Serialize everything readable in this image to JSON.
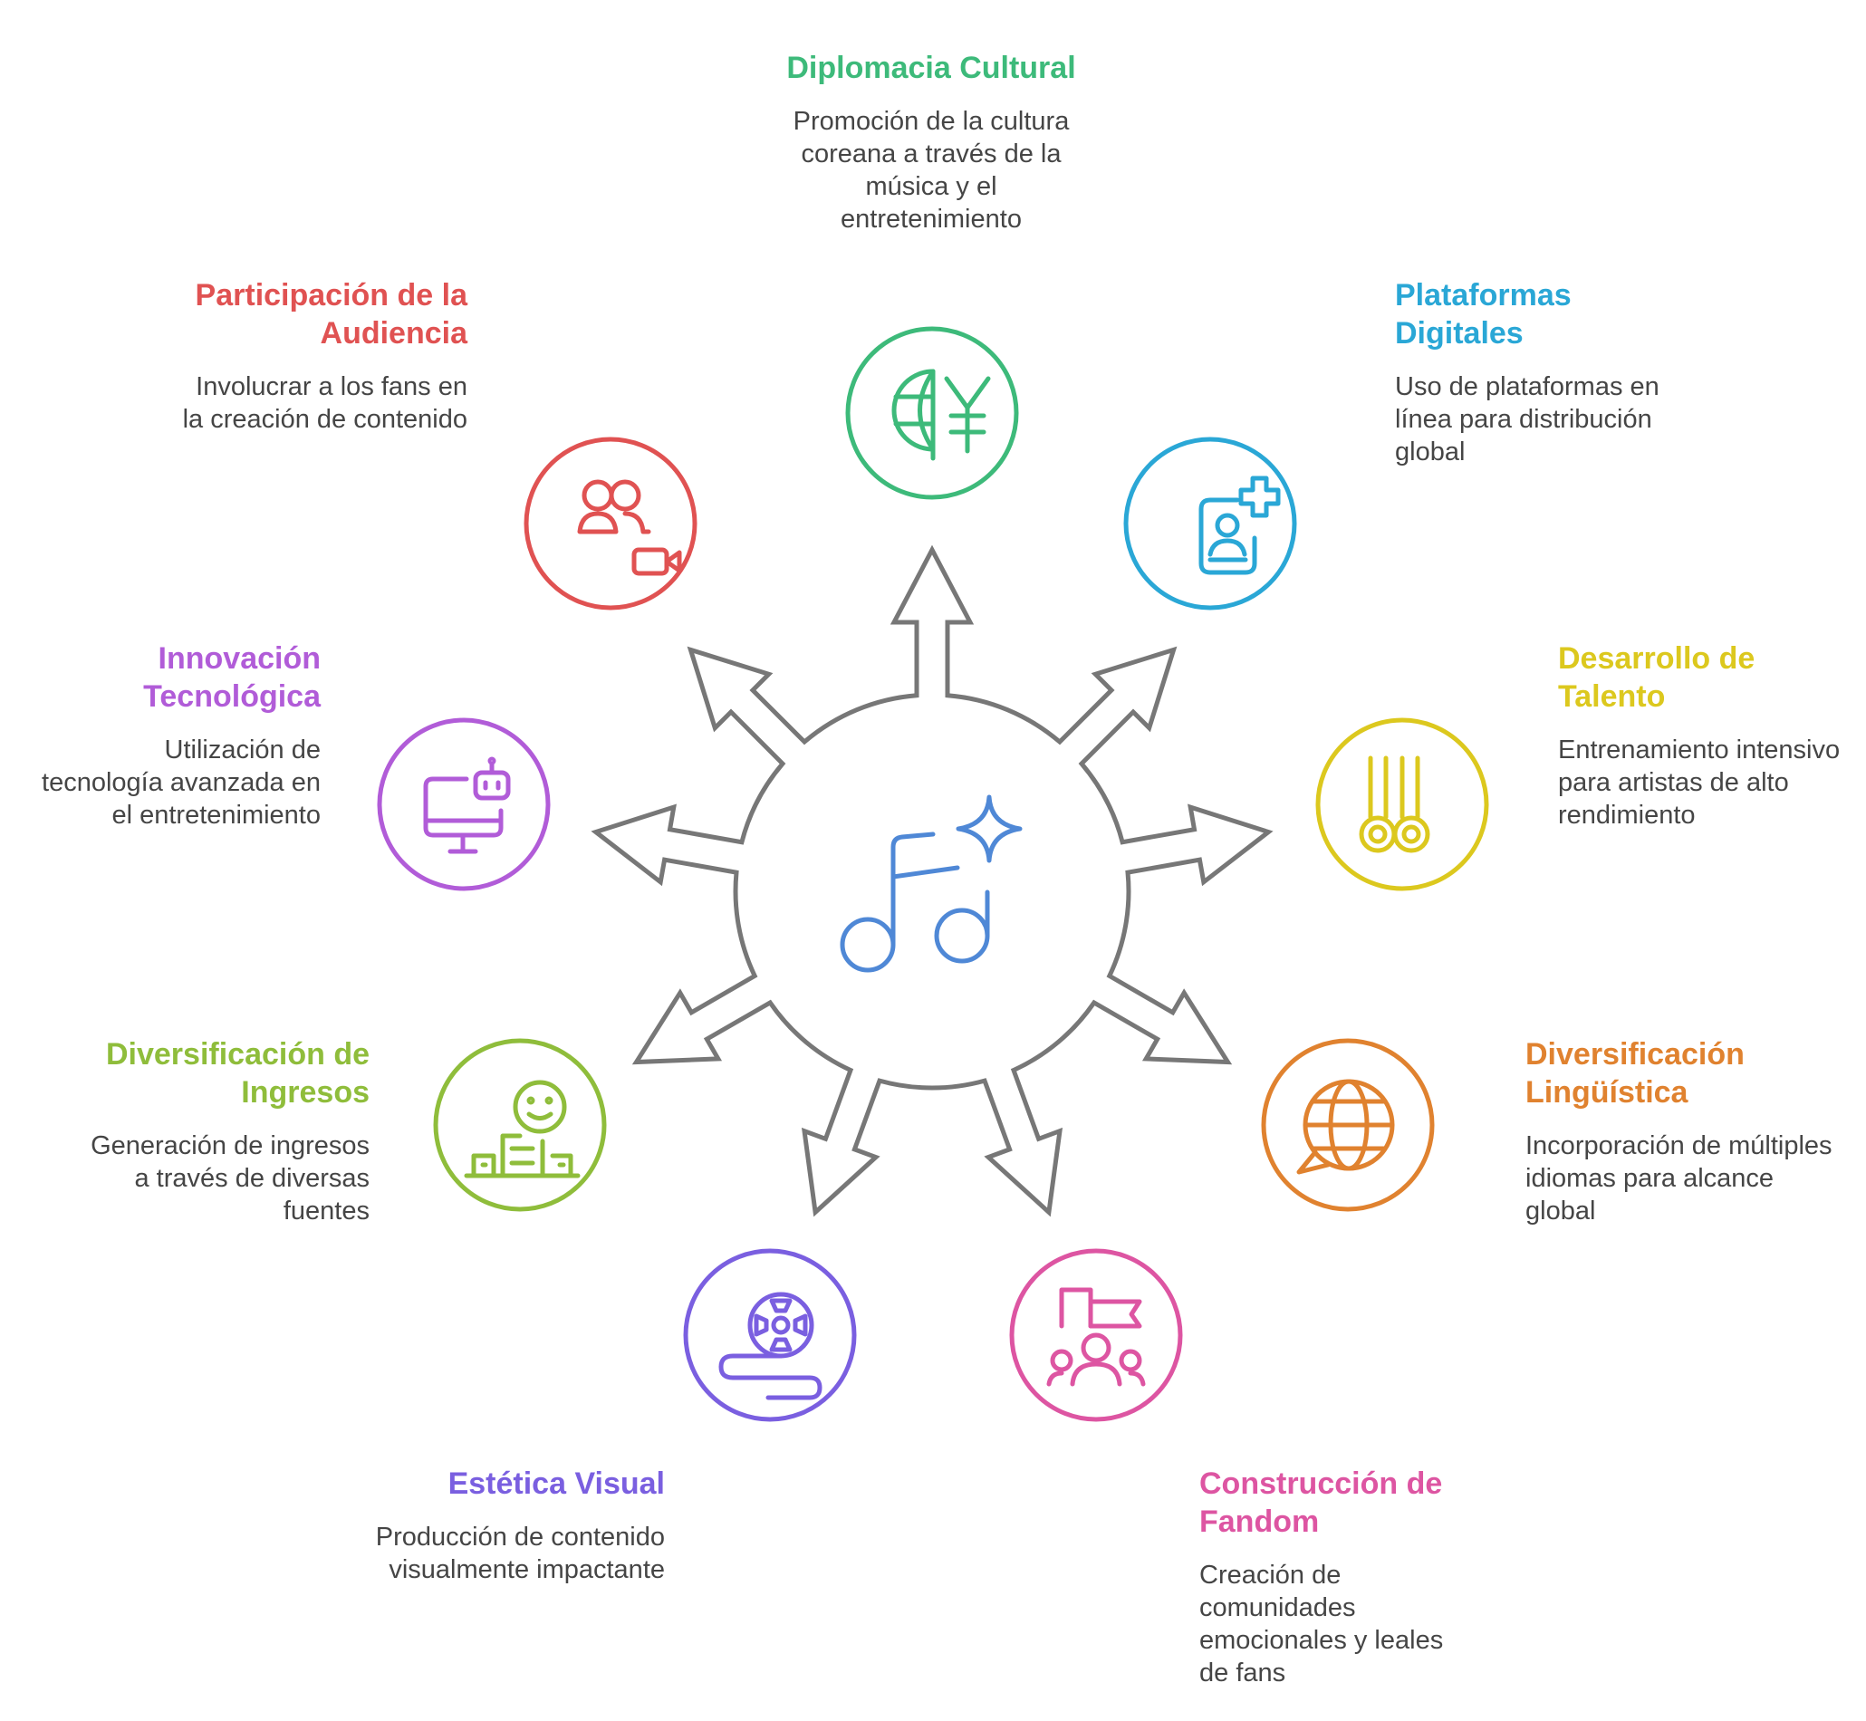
{
  "colors": {
    "hub": "#777777",
    "center_icon": "#4f88d6",
    "text": "#454545"
  },
  "center": {
    "icon": "music-note-sparkle-icon"
  },
  "nodes": [
    {
      "key": "diplomacia",
      "title": "Diplomacia Cultural",
      "desc": "Promoción de la cultura coreana a través de la música y el entretenimiento",
      "color": "#3dba7a",
      "icon": "globe-yen-icon"
    },
    {
      "key": "plataformas",
      "title": "Plataformas Digitales",
      "desc": "Uso de plataformas en línea para distribución global",
      "color": "#2aa7d6",
      "icon": "mobile-user-add-icon"
    },
    {
      "key": "talento",
      "title": "Desarrollo de Talento",
      "desc": "Entrenamiento intensivo para artistas de alto rendimiento",
      "color": "#dcc81e",
      "icon": "gymnastic-rings-icon"
    },
    {
      "key": "linguistica",
      "title": "Diversificación Lingüística",
      "desc": "Incorporación de múltiples idiomas para alcance global",
      "color": "#e0822f",
      "icon": "globe-chat-icon"
    },
    {
      "key": "fandom",
      "title": "Construcción de Fandom",
      "desc": "Creación de comunidades emocionales y leales de fans",
      "color": "#dd55a2",
      "icon": "community-flag-icon"
    },
    {
      "key": "estetica",
      "title": "Estética Visual",
      "desc": "Producción de contenido visualmente impactante",
      "color": "#7a5fe0",
      "icon": "film-reel-icon"
    },
    {
      "key": "ingresos",
      "title": "Diversificación de Ingresos",
      "desc": "Generación de ingresos a través de diversas fuentes",
      "color": "#8fbd3b",
      "icon": "revenue-smile-icon"
    },
    {
      "key": "innovacion",
      "title": "Innovación Tecnológica",
      "desc": "Utilización de tecnología avanzada en el entretenimiento",
      "color": "#b15cd8",
      "icon": "robot-monitor-icon"
    },
    {
      "key": "audiencia",
      "title": "Participación de la Audiencia",
      "desc": "Involucrar a los fans en la creación de contenido",
      "color": "#e05252",
      "icon": "users-video-icon"
    }
  ]
}
